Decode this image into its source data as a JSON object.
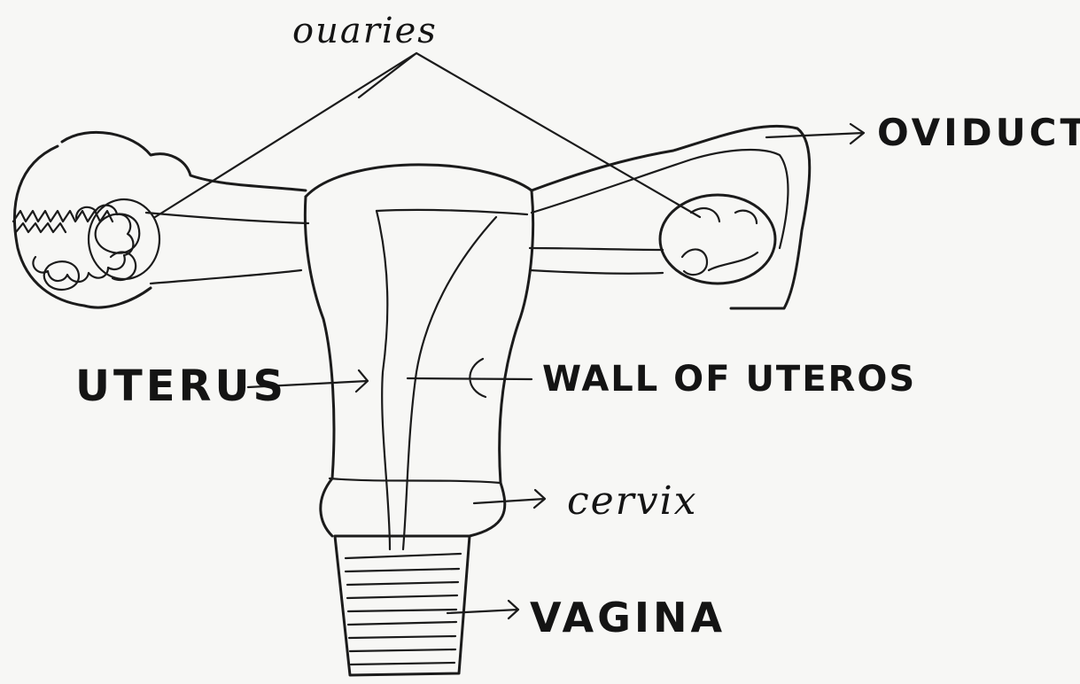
{
  "labels": {
    "ovaries": "ouaries",
    "oviduct": "OVIDUCT",
    "uterus": "UTERUS",
    "wall_of_uterus": "WALL OF UTEROS",
    "cervix": "cervix",
    "vagina": "VAGINA"
  },
  "colors": {
    "ink": "#1b1b1b",
    "paper": "#f7f7f5"
  }
}
